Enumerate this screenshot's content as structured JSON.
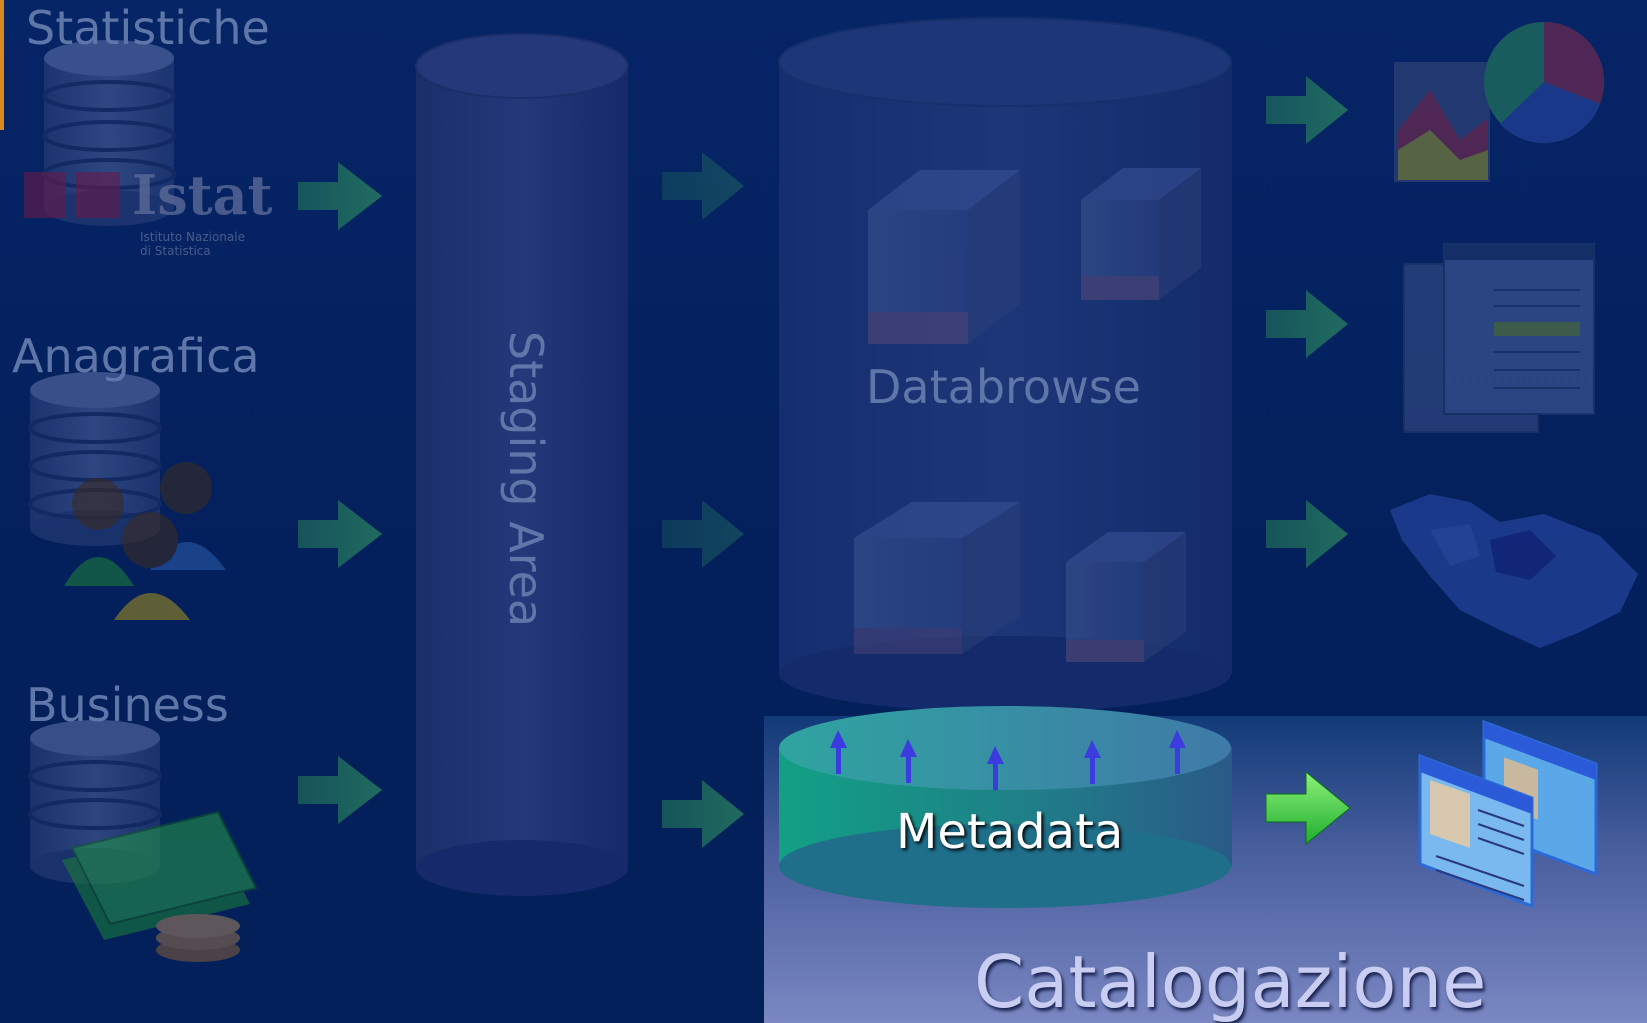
{
  "sources": {
    "statistiche": {
      "label": "Statistiche",
      "logo_text": "Istat",
      "logo_subtext_1": "Istituto Nazionale",
      "logo_subtext_2": "di Statistica"
    },
    "anagrafica": {
      "label": "Anagrafica"
    },
    "business": {
      "label": "Business"
    }
  },
  "staging": {
    "label": "Staging Area"
  },
  "warehouse": {
    "label": "Databrowse"
  },
  "metadata": {
    "label": "Metadata"
  },
  "catalog": {
    "title": "Catalogazione"
  },
  "colors": {
    "background": "#04205e",
    "dimmed_text": "#5f77a8",
    "arrow_green": "#2ecc40",
    "metadata_teal": "#1aa08a",
    "highlight_panel": "#6c78b8",
    "catalog_text": "#c9cdf2",
    "up_arrow_blue": "#3b3be0"
  },
  "icons": [
    "database-icon",
    "users-icon",
    "money-icon",
    "chart-icon",
    "report-icon",
    "map-icon",
    "web-pages-icon",
    "cube-icon"
  ]
}
